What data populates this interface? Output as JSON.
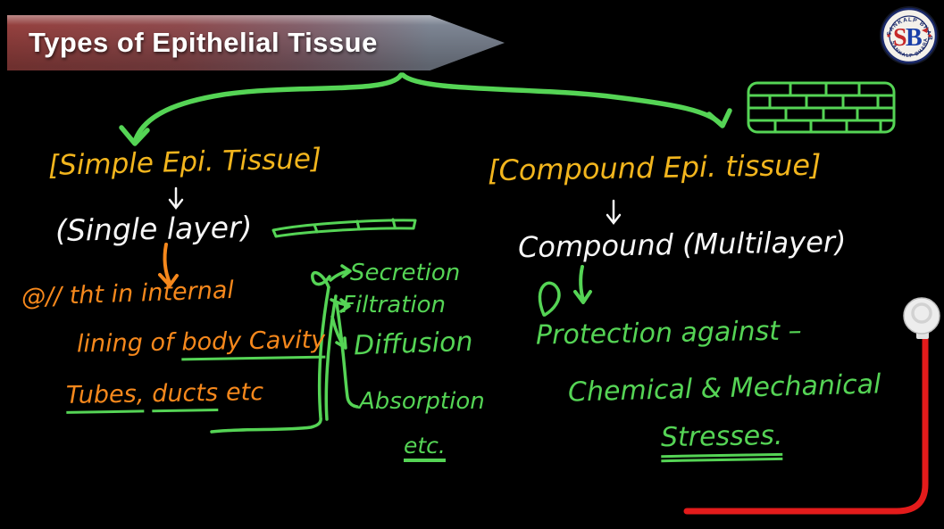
{
  "banner": {
    "title": "Types of Epithelial Tissue"
  },
  "logo": {
    "org": "SANKALP BHARAT",
    "monogram_s": "S",
    "monogram_b": "B"
  },
  "left": {
    "heading": "[Simple Epi. Tissue]",
    "subheading": "(Single layer)",
    "note": {
      "line1": "@// tht in internal",
      "line2_pre": "lining of",
      "line2_underlined": "body Cavity",
      "line3_underlined1": "Tubes,",
      "line3_underlined2": "ducts",
      "line3_post": "etc"
    }
  },
  "functions": {
    "items": [
      "Secretion",
      "Filtration",
      "Diffusion",
      "Absorption"
    ],
    "more": "etc."
  },
  "right": {
    "heading": "[Compound Epi. tissue]",
    "subheading": "Compound (Multilayer)",
    "benefit": {
      "line1": "Protection against –",
      "line2": "Chemical & Mechanical",
      "line3": "Stresses."
    }
  },
  "colors": {
    "handwriting_green": "#55d455",
    "handwriting_yellow": "#f2b51d",
    "handwriting_orange": "#f6881c",
    "banner_left": "#94403e",
    "banner_right": "#7d8593",
    "cable_red": "#e31b1b"
  }
}
